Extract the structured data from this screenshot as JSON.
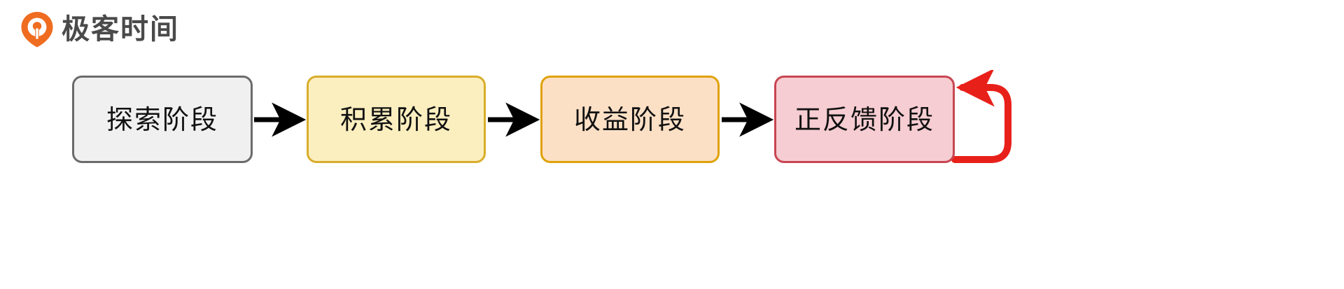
{
  "brand": {
    "name": "极客时间",
    "logo_icon": "geekbang-circle-arrow-logo",
    "logo_color": "#ef6c20",
    "text_color": "#4a4a4a"
  },
  "diagram": {
    "type": "linear-flow-with-self-loop",
    "nodes": [
      {
        "id": "explore",
        "label": "探索阶段",
        "fill": "#f0f0f0",
        "stroke": "#6b6b6b",
        "text_color": "#111111"
      },
      {
        "id": "accumulate",
        "label": "积累阶段",
        "fill": "#fcefbf",
        "stroke": "#d9ad2c",
        "text_color": "#111111"
      },
      {
        "id": "revenue",
        "label": "收益阶段",
        "fill": "#fce0c6",
        "stroke": "#e0a209",
        "text_color": "#111111"
      },
      {
        "id": "positive-feedback",
        "label": "正反馈阶段",
        "fill": "#f6cdd2",
        "stroke": "#c74651",
        "text_color": "#111111"
      }
    ],
    "edges": [
      {
        "from": "explore",
        "to": "accumulate",
        "color": "#000000",
        "style": "straight-arrow"
      },
      {
        "from": "accumulate",
        "to": "revenue",
        "color": "#000000",
        "style": "straight-arrow"
      },
      {
        "from": "revenue",
        "to": "positive-feedback",
        "color": "#000000",
        "style": "straight-arrow"
      },
      {
        "from": "positive-feedback",
        "to": "positive-feedback",
        "color": "#e8201a",
        "style": "self-loop-right"
      }
    ]
  }
}
